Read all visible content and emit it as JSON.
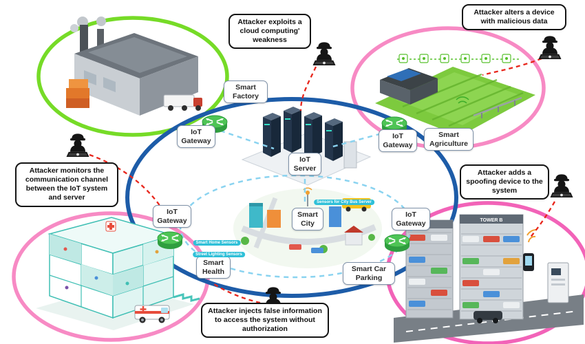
{
  "nodes": {
    "smart_factory": "Smart Factory",
    "iot_gateway": "IoT Gateway",
    "iot_server": "IoT Server",
    "smart_agriculture": "Smart Agriculture",
    "smart_city": "Smart City",
    "smart_health": "Smart Health",
    "smart_car_parking": "Smart Car Parking"
  },
  "callouts": {
    "cloud_weakness": "Attacker exploits a cloud computing' weakness",
    "malicious_data": "Attacker alters a device with malicious data",
    "monitor_channel": "Attacker monitors the communication channel between the IoT system and server",
    "spoofing_device": "Attacker adds a spoofing device to the system",
    "inject_false_info": "Attacker injects false information to access the system without authorization"
  },
  "micro_labels": {
    "city_bus_sensors": "Sensors for City Bus Server",
    "smart_home_sensors": "Smart Home Sensors",
    "street_lighting_sensors": "Street Lighting Sensors",
    "tower_b": "TOWER B"
  },
  "colors": {
    "center_ring": "#1d5ca8",
    "factory_ring": "#76db27",
    "agriculture_ring": "#f78ac4",
    "health_ring": "#f78ac4",
    "parking_ring": "#f263b8",
    "attack_dash": "#e8261c",
    "network_dash": "#8ad3f0",
    "gateway_green": "#4ec455"
  }
}
